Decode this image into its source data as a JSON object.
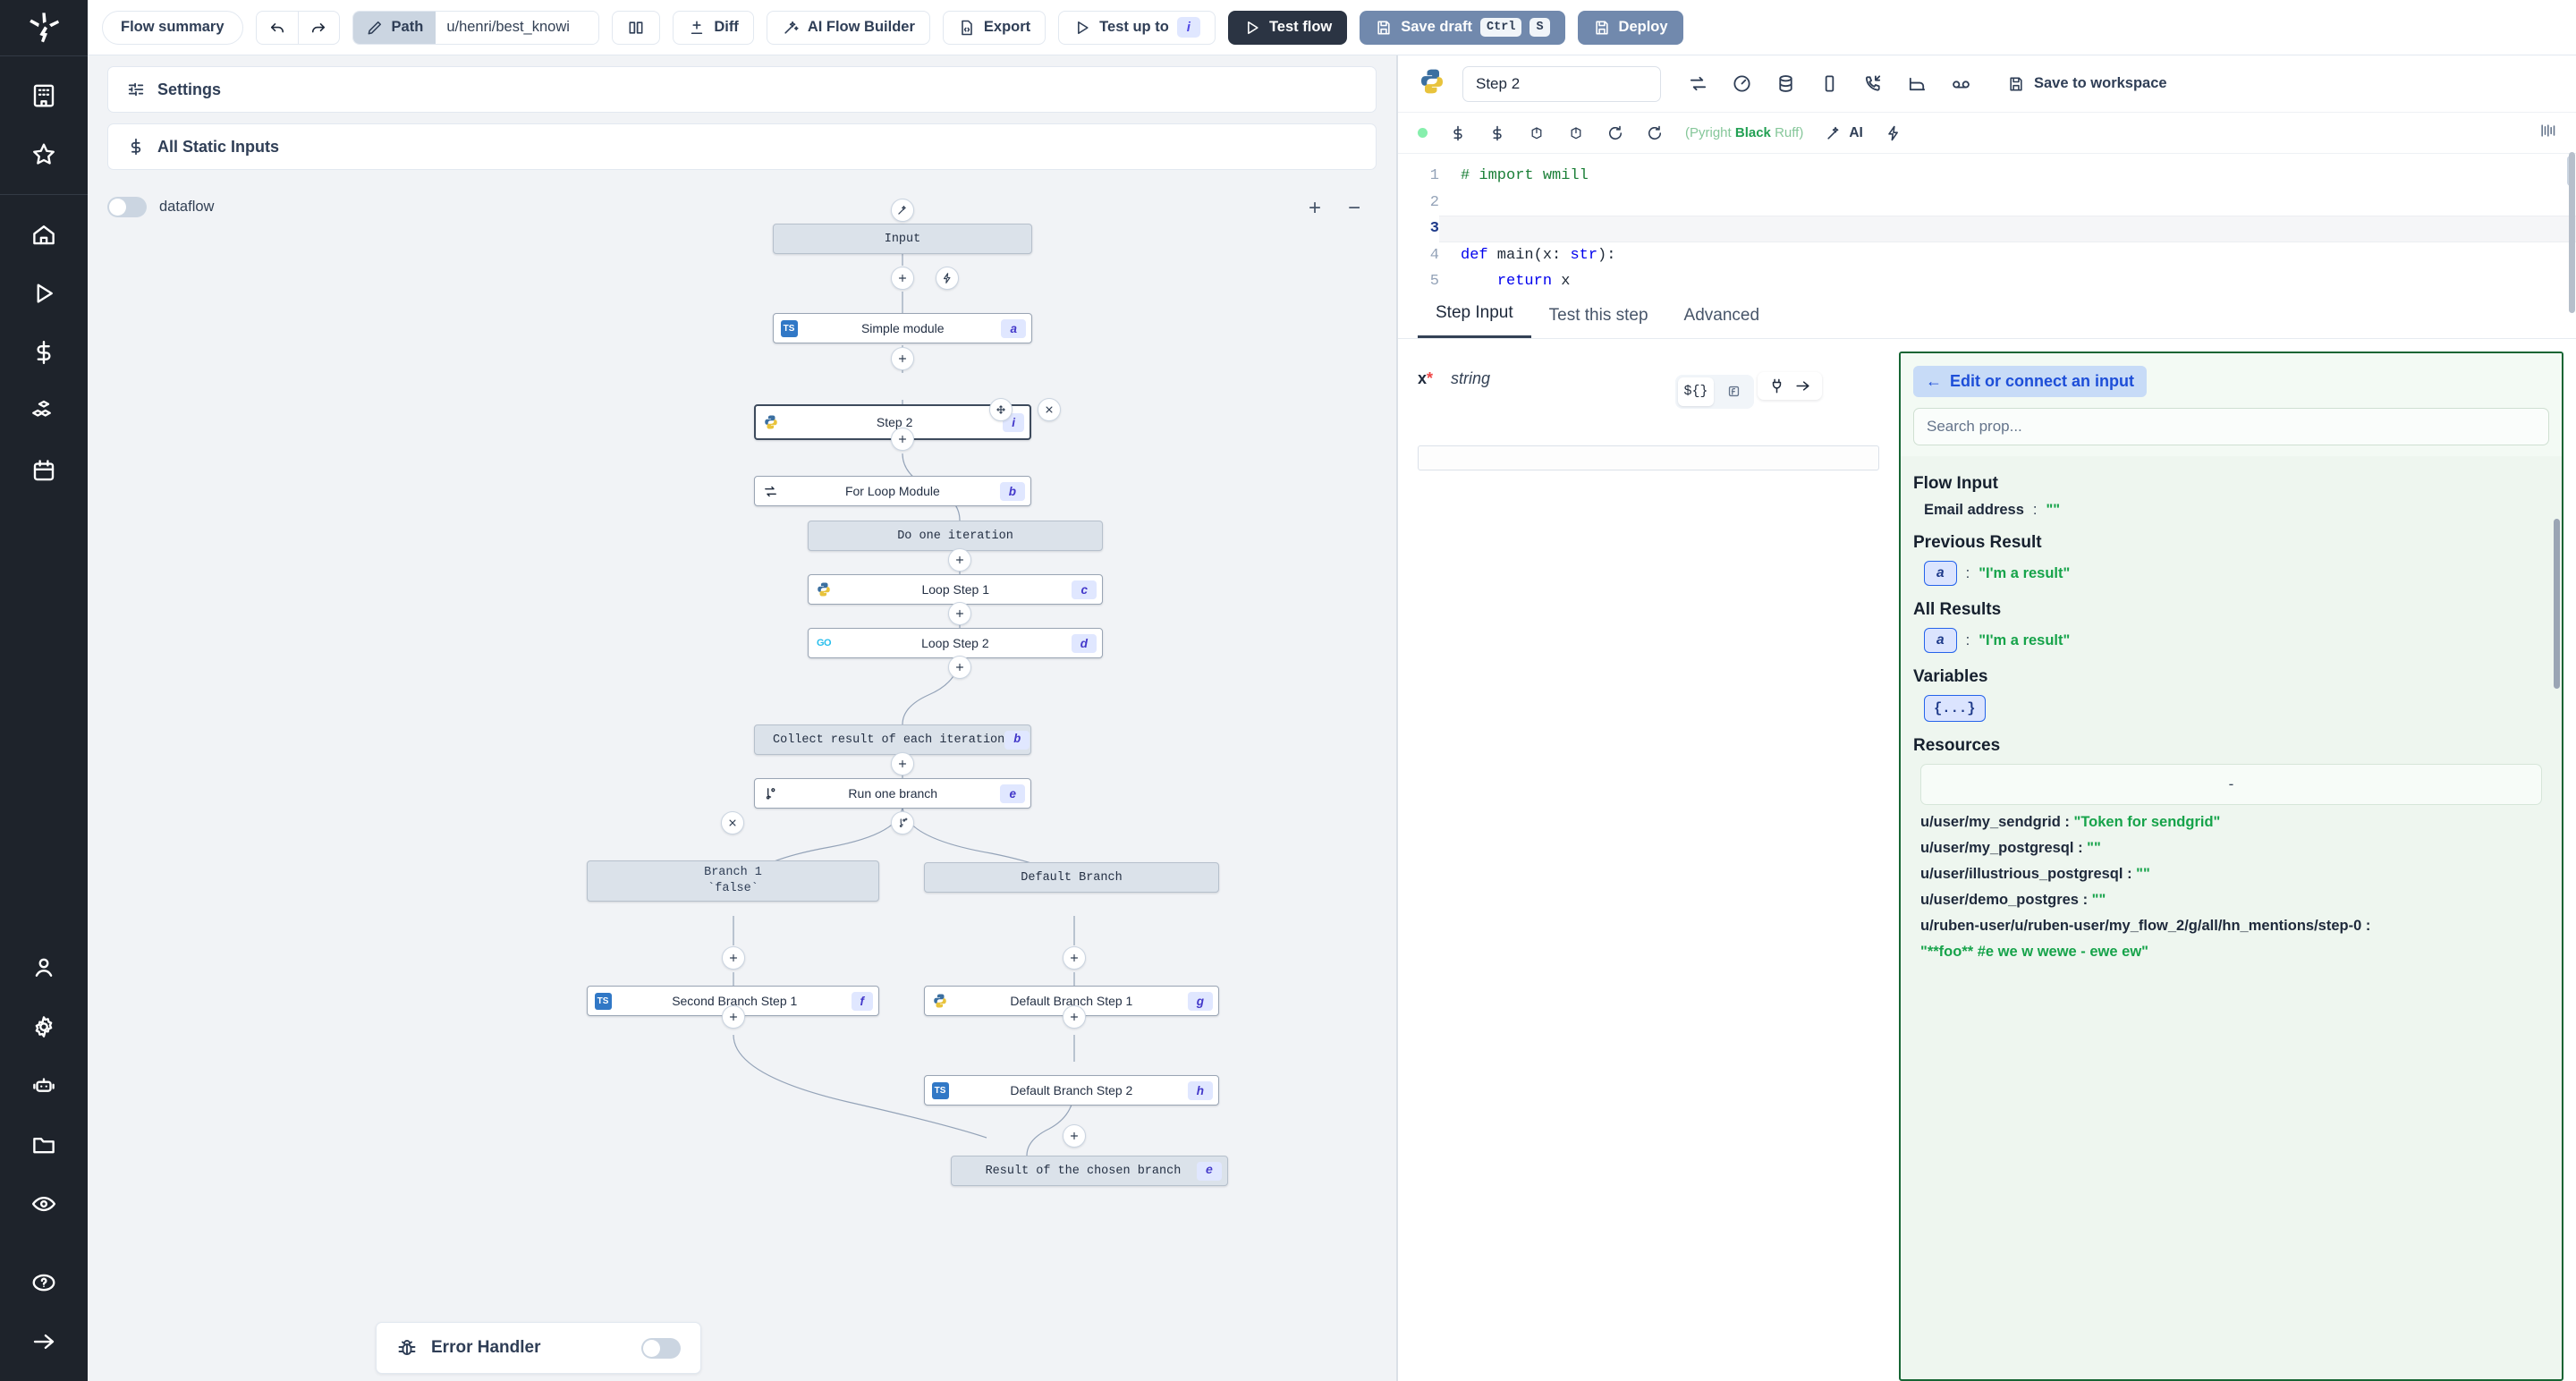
{
  "toolbar": {
    "flow_summary": "Flow summary",
    "undo_icon": "undo-icon",
    "redo_icon": "redo-icon",
    "path_label": "Path",
    "path_value": "u/henri/best_knowi",
    "book_icon": "book-icon",
    "diff": "Diff",
    "ai_flow_builder": "AI Flow Builder",
    "export": "Export",
    "test_up_to": "Test up to",
    "test_up_to_badge": "i",
    "test_flow": "Test flow",
    "save_draft": "Save draft",
    "save_draft_key1": "Ctrl",
    "save_draft_key2": "S",
    "deploy": "Deploy"
  },
  "rail": {
    "logo_icon": "windmill-logo-icon",
    "items": [
      {
        "icon": "building-icon"
      },
      {
        "icon": "star-icon"
      },
      {
        "icon": "home-icon"
      },
      {
        "icon": "play-icon"
      },
      {
        "icon": "dollar-icon"
      },
      {
        "icon": "cubes-icon"
      },
      {
        "icon": "calendar-icon"
      },
      {
        "icon": "user-icon"
      },
      {
        "icon": "gear-icon"
      },
      {
        "icon": "robot-icon"
      },
      {
        "icon": "folder-icon"
      },
      {
        "icon": "eye-icon"
      },
      {
        "icon": "help-icon"
      },
      {
        "icon": "arrow-right-icon"
      }
    ]
  },
  "left_panel": {
    "settings": "Settings",
    "all_static_inputs": "All Static Inputs",
    "dataflow_label": "dataflow",
    "zoom_in": "+",
    "zoom_out": "−",
    "error_handler": "Error Handler"
  },
  "flow": {
    "nodes": [
      {
        "id": "input",
        "label": "Input",
        "kind": "virtual",
        "badge": "",
        "icon": ""
      },
      {
        "id": "a",
        "label": "Simple module",
        "kind": "step",
        "badge": "a",
        "icon": "ts-icon"
      },
      {
        "id": "step2",
        "label": "Step 2",
        "kind": "step",
        "badge": "i",
        "icon": "python-icon",
        "selected": true
      },
      {
        "id": "b",
        "label": "For Loop Module",
        "kind": "step",
        "badge": "b",
        "icon": "loop-icon"
      },
      {
        "id": "iter",
        "label": "Do one iteration",
        "kind": "virtual",
        "badge": "",
        "icon": ""
      },
      {
        "id": "c",
        "label": "Loop Step 1",
        "kind": "step",
        "badge": "c",
        "icon": "python-icon"
      },
      {
        "id": "d",
        "label": "Loop Step 2",
        "kind": "step",
        "badge": "d",
        "icon": "go-icon"
      },
      {
        "id": "collect",
        "label": "Collect result of each iteration",
        "kind": "virtual",
        "badge": "b",
        "icon": ""
      },
      {
        "id": "e",
        "label": "Run one branch",
        "kind": "step",
        "badge": "e",
        "icon": "branch-icon"
      },
      {
        "id": "br1",
        "label": "Branch 1",
        "sublabel": "`false`",
        "kind": "virtual",
        "badge": "",
        "icon": ""
      },
      {
        "id": "brd",
        "label": "Default Branch",
        "kind": "virtual",
        "badge": "",
        "icon": ""
      },
      {
        "id": "f",
        "label": "Second Branch Step 1",
        "kind": "step",
        "badge": "f",
        "icon": "ts-icon"
      },
      {
        "id": "g",
        "label": "Default Branch Step 1",
        "kind": "step",
        "badge": "g",
        "icon": "python-icon"
      },
      {
        "id": "h",
        "label": "Default Branch Step 2",
        "kind": "step",
        "badge": "h",
        "icon": "ts-icon"
      },
      {
        "id": "res",
        "label": "Result of the chosen branch",
        "kind": "virtual",
        "badge": "e",
        "icon": ""
      }
    ]
  },
  "step_panel": {
    "lang_icon": "python-icon",
    "step_name": "Step 2",
    "header_icons": [
      "loop-icon",
      "gauge-icon",
      "database-icon",
      "square-icon",
      "phone-incoming-icon",
      "bed-icon",
      "voicemail-icon"
    ],
    "save_to_workspace": "Save to workspace",
    "editor_icons": [
      "status-dot",
      "dollar-icon",
      "dollar-icon",
      "package-icon",
      "package-icon",
      "refresh-icon",
      "refresh-icon"
    ],
    "lint_prefix": "(",
    "lint_pyright": "Pyright",
    "lint_black": "Black",
    "lint_ruff": "Ruff",
    "lint_suffix": ")",
    "ai_label": "AI",
    "lightning_icon": "lightning-icon",
    "minimap_icon": "minimap-icon"
  },
  "code": {
    "lines": [
      "1",
      "2",
      "3",
      "4",
      "5"
    ],
    "current_line": 3,
    "line1": "# import wmill",
    "line4_kw": "def",
    "line4_name": " main(",
    "line4_arg": "x: ",
    "line4_type": "str",
    "line4_end": "):",
    "line5_kw": "return",
    "line5_val": " x"
  },
  "tabs": [
    {
      "label": "Step Input",
      "active": true
    },
    {
      "label": "Test this step",
      "active": false
    },
    {
      "label": "Advanced",
      "active": false
    }
  ],
  "step_input": {
    "arg_name": "x",
    "required_mark": "*",
    "arg_type": "string",
    "tool_template": "${}",
    "tool_fx": "fx-icon",
    "tool_plug": "plug-icon",
    "tool_arrow": "arrow-right-icon",
    "value": ""
  },
  "connect_panel": {
    "edit_link": "Edit or connect an input",
    "back_arrow": "←",
    "search_placeholder": "Search prop...",
    "groups": [
      {
        "title": "Flow Input",
        "rows": [
          {
            "key": "Email address",
            "sep": ":",
            "value": "\"\""
          }
        ]
      },
      {
        "title": "Previous Result",
        "rows": [
          {
            "chip": "a",
            "sep": ":",
            "value": "\"I'm a result\""
          }
        ]
      },
      {
        "title": "All Results",
        "rows": [
          {
            "chip": "a",
            "sep": ":",
            "value": "\"I'm a result\""
          }
        ]
      },
      {
        "title": "Variables",
        "rows": [
          {
            "chip": "{...}"
          }
        ]
      }
    ],
    "resources_title": "Resources",
    "resources_box": "-",
    "resources": [
      {
        "key": "u/user/my_sendgrid",
        "sep": ":",
        "value": "\"Token for sendgrid\""
      },
      {
        "key": "u/user/my_postgresql",
        "sep": ":",
        "value": "\"\""
      },
      {
        "key": "u/user/illustrious_postgresql",
        "sep": ":",
        "value": "\"\""
      },
      {
        "key": "u/user/demo_postgres",
        "sep": ":",
        "value": "\"\""
      },
      {
        "key": "u/ruben-user/u/ruben-user/my_flow_2/g/all/hn_mentions/step-0",
        "sep": ":",
        "value": ""
      },
      {
        "key": "",
        "sep": "",
        "value": "\"**foo** #e we w wewe - ewe ew\""
      }
    ]
  },
  "colors": {
    "accent_blue": "#4f46e5",
    "brand_dark": "#1e232b",
    "toolbar_blue": "#7189ad",
    "green_panel_border": "#166534",
    "value_green": "#16a34a"
  }
}
